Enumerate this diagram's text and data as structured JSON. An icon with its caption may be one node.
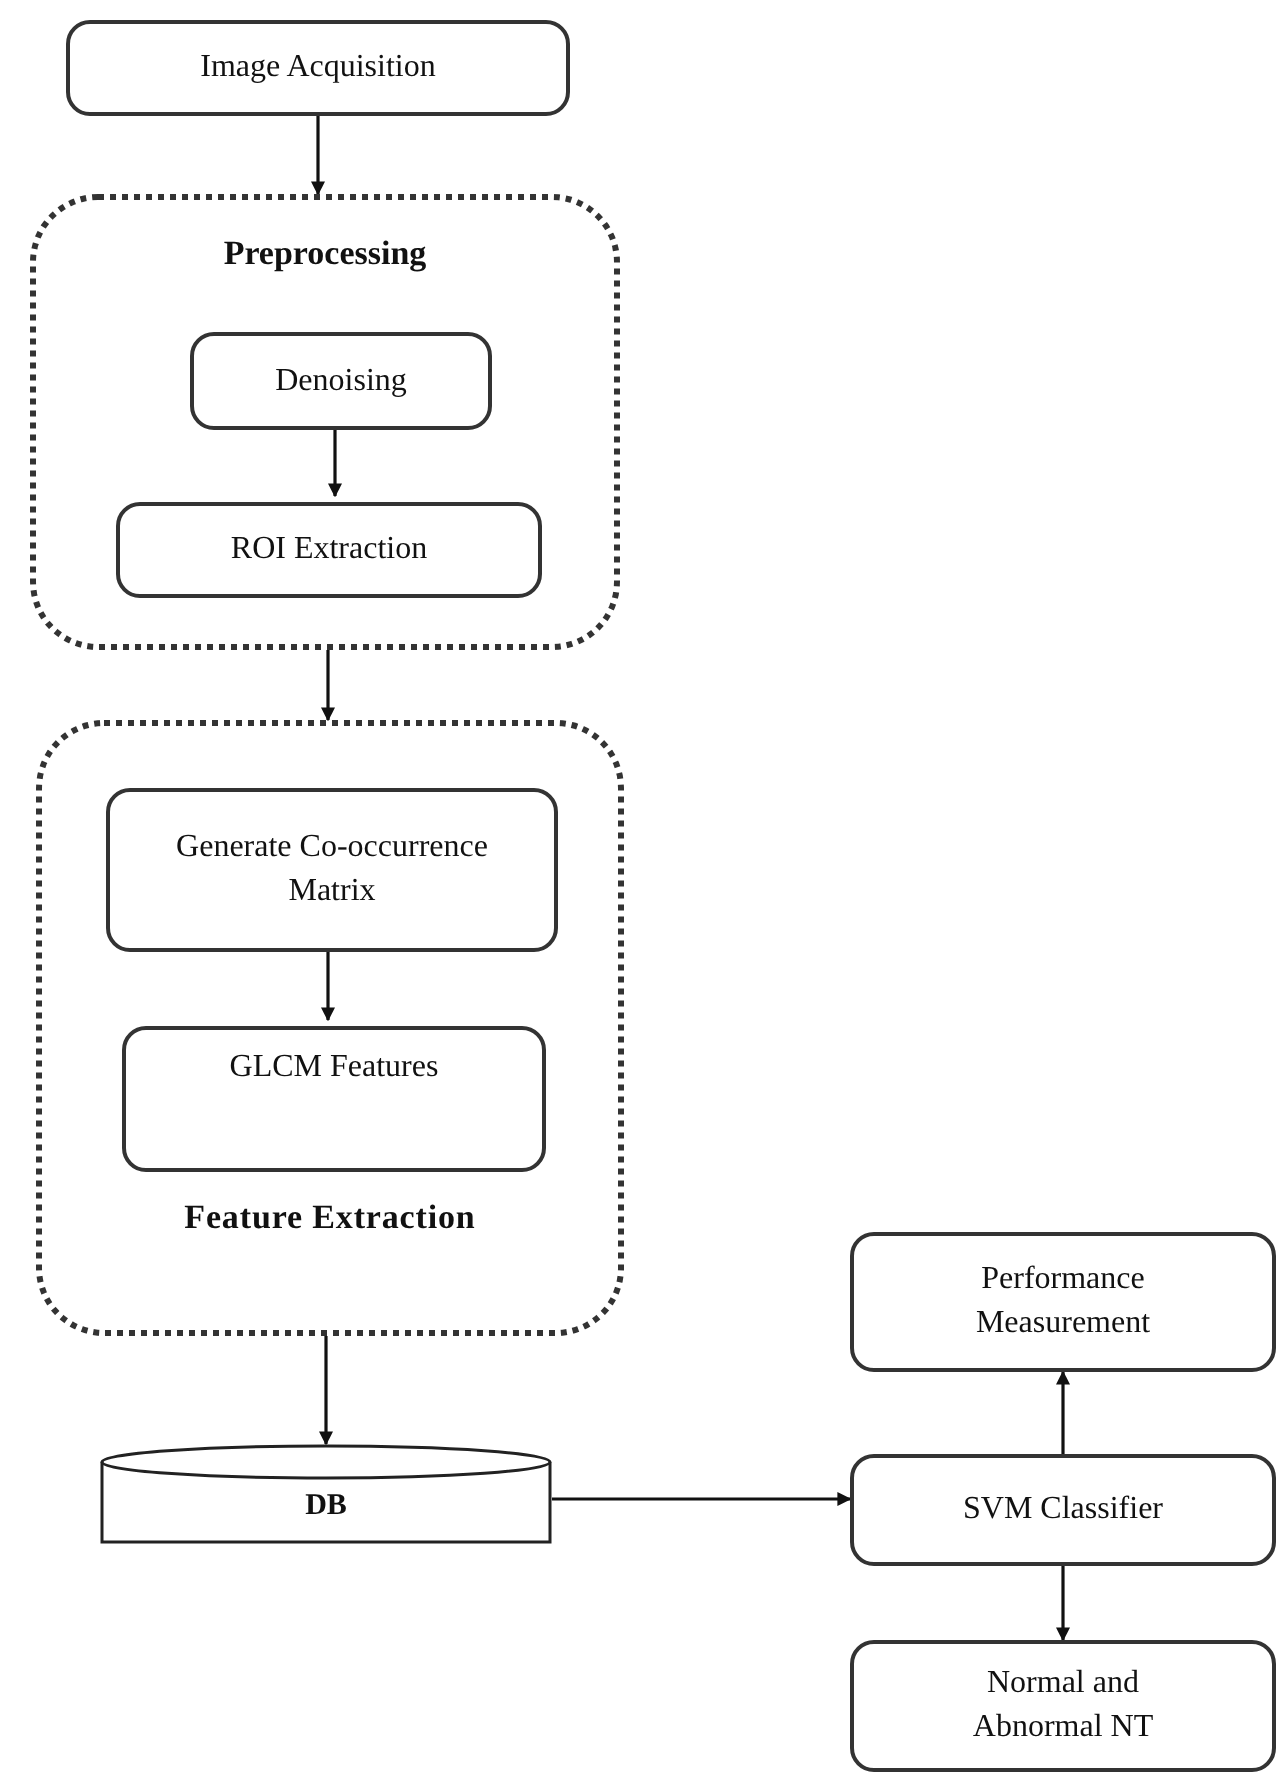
{
  "diagram": {
    "nodes": [
      {
        "text": [
          "Image Acquisition"
        ]
      },
      {
        "text": [
          "Preprocessing"
        ]
      },
      {
        "text": [
          "Denoising"
        ],
        "in": 1
      },
      {
        "text": [
          "ROI Extraction"
        ],
        "in": 1
      },
      {
        "text": [
          "Feature Extraction"
        ]
      },
      {
        "text": [
          "Generate Co-occurrence Matrix"
        ],
        "in": 4
      },
      {
        "text": [
          "GLCM Features"
        ],
        "in": 4
      },
      {
        "text": [
          "DB"
        ]
      },
      {
        "text": [
          "Performance Measurement"
        ]
      },
      {
        "text": [
          "SVM Classifier"
        ]
      },
      {
        "text": [
          "Normal and Abnormal NT"
        ]
      }
    ],
    "edges": [
      {
        "from": 0,
        "to": 1,
        "arrow": "to"
      },
      {
        "from": 2,
        "to": 3,
        "arrow": "to"
      },
      {
        "from": 1,
        "to": 4,
        "arrow": "to"
      },
      {
        "from": 5,
        "to": 6,
        "arrow": "to"
      },
      {
        "from": 4,
        "to": 7,
        "arrow": "to"
      },
      {
        "from": 7,
        "to": 9,
        "arrow": "to"
      },
      {
        "from": 9,
        "to": 8,
        "arrow": "to"
      },
      {
        "from": 9,
        "to": 10,
        "arrow": "to"
      }
    ]
  }
}
